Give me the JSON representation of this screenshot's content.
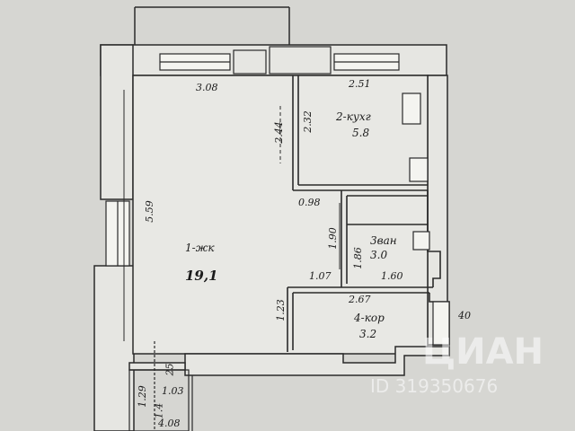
{
  "colors": {
    "paper": "#d6d6d2",
    "wall": "#2a2a2a",
    "wall_fill": "#e8e8e4",
    "watermark": "#ffffff"
  },
  "rooms": {
    "living": {
      "label": "1-жк",
      "area": "19,1"
    },
    "kitchen": {
      "label": "2-кухг",
      "area": "5.8"
    },
    "bathroom": {
      "label": "3ван",
      "area": "3.0"
    },
    "corridor": {
      "label": "4-кор",
      "area": "3.2"
    }
  },
  "dimensions": {
    "top_left": "3.08",
    "top_right": "2.51",
    "left_side": "5.59",
    "kitchen_v1": "2.44",
    "kitchen_v2": "2.32",
    "door_098": "0.98",
    "v_190": "1.90",
    "v_186": "1.86",
    "w_107": "1.07",
    "w_160": "1.60",
    "w_267": "2.67",
    "v_123": "1.23",
    "far_right": "40",
    "bottom_129": "1.29",
    "bottom_25": "25",
    "bottom_03": "1.03",
    "bottom_14": "1.4",
    "bottom_408": "4.08"
  },
  "watermark": {
    "brand": "ЦИАН",
    "id_text": "ID 319350676"
  }
}
